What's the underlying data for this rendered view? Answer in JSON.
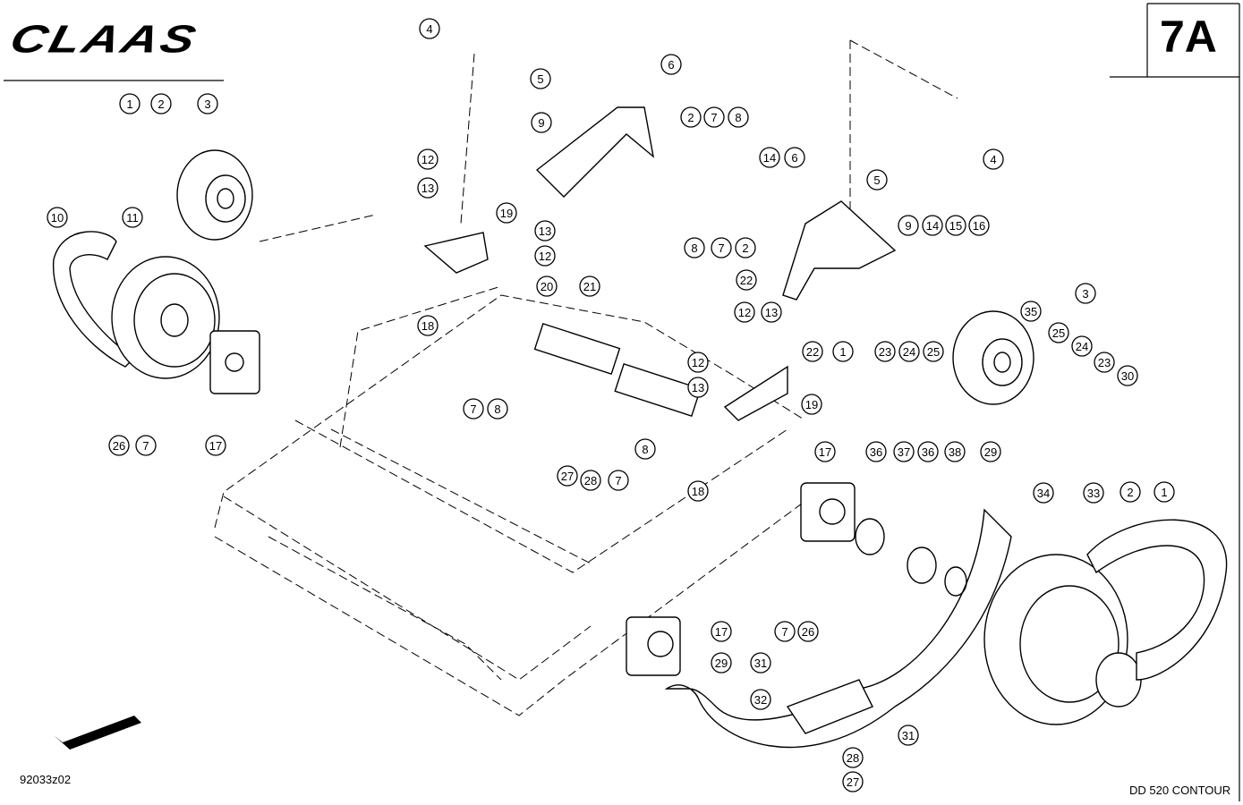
{
  "header": {
    "brand": "CLAAS",
    "page_id": "7A"
  },
  "footer": {
    "drawing_no": "92033z02",
    "model": "DD 520 CONTOUR"
  },
  "callouts": [
    "1",
    "2",
    "3",
    "4",
    "5",
    "6",
    "7",
    "8",
    "9",
    "10",
    "11",
    "12",
    "13",
    "14",
    "15",
    "16",
    "17",
    "18",
    "19",
    "20",
    "21",
    "22",
    "23",
    "24",
    "25",
    "26",
    "27",
    "28",
    "29",
    "30",
    "31",
    "32",
    "33",
    "34",
    "35",
    "36",
    "37",
    "38"
  ],
  "icons": {
    "direction_arrow": "direction-arrow-icon"
  }
}
